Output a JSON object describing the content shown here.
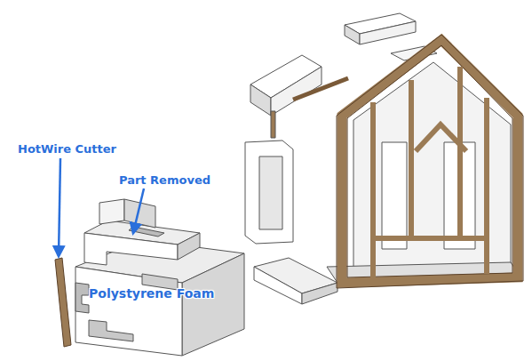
{
  "diagram": {
    "labels": [
      "HotWire Cutter",
      "Part Removed",
      "Polystyrene Foam"
    ]
  }
}
